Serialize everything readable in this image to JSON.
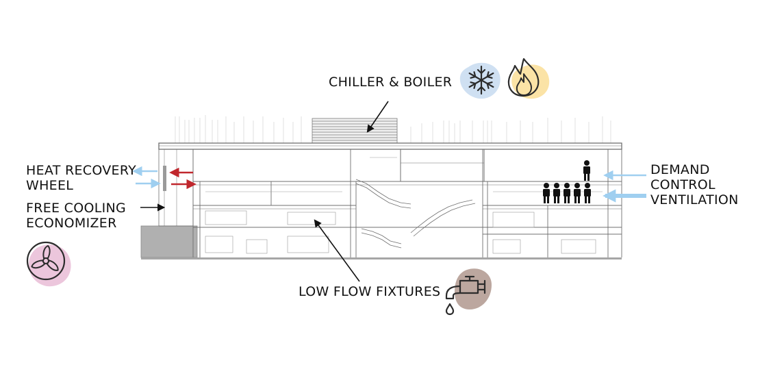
{
  "labels": {
    "chiller_boiler": "CHILLER & BOILER",
    "heat_recovery": [
      "HEAT RECOVERY",
      "WHEEL"
    ],
    "free_cooling": [
      "FREE COOLING",
      "ECONOMIZER"
    ],
    "demand_control": [
      "DEMAND",
      "CONTROL",
      "VENTILATION"
    ],
    "low_flow": "LOW FLOW FIXTURES"
  },
  "icons": {
    "chiller": "snowflake-icon",
    "boiler": "flame-icon",
    "economizer": "fan-icon",
    "fixtures": "faucet-icon",
    "occupancy": "people-icon"
  },
  "colors": {
    "text": "#111111",
    "linework": "#6f6f6f",
    "ground": "#a6a6a6",
    "cool_blob": "#cfe0f2",
    "heat_blob": "#fbe3a6",
    "fan_blob": "#ecc6dc",
    "faucet_blob": "#bca79f",
    "airflow_blue": "#9fcff0",
    "airflow_red": "#c0272d"
  }
}
